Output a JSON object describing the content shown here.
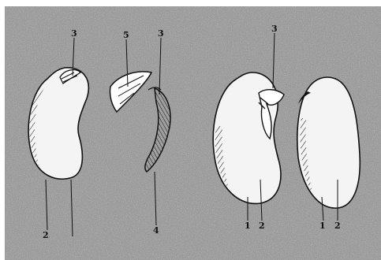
{
  "figure": {
    "style": "pen-and-ink illustration on stippled grey background",
    "palette": {
      "background": "#ffffff",
      "stipple_dark": "#6a6a6a",
      "stipple_light": "#c8c8c8",
      "ink": "#111111",
      "seed_fill": "#f4f4f4"
    },
    "labels": {
      "l1": "3",
      "l2": "2",
      "l3": "5",
      "l4": "3",
      "l5": "4",
      "l6": "3",
      "l7": "1",
      "l8": "2",
      "l9": "1",
      "l10": "2"
    }
  }
}
